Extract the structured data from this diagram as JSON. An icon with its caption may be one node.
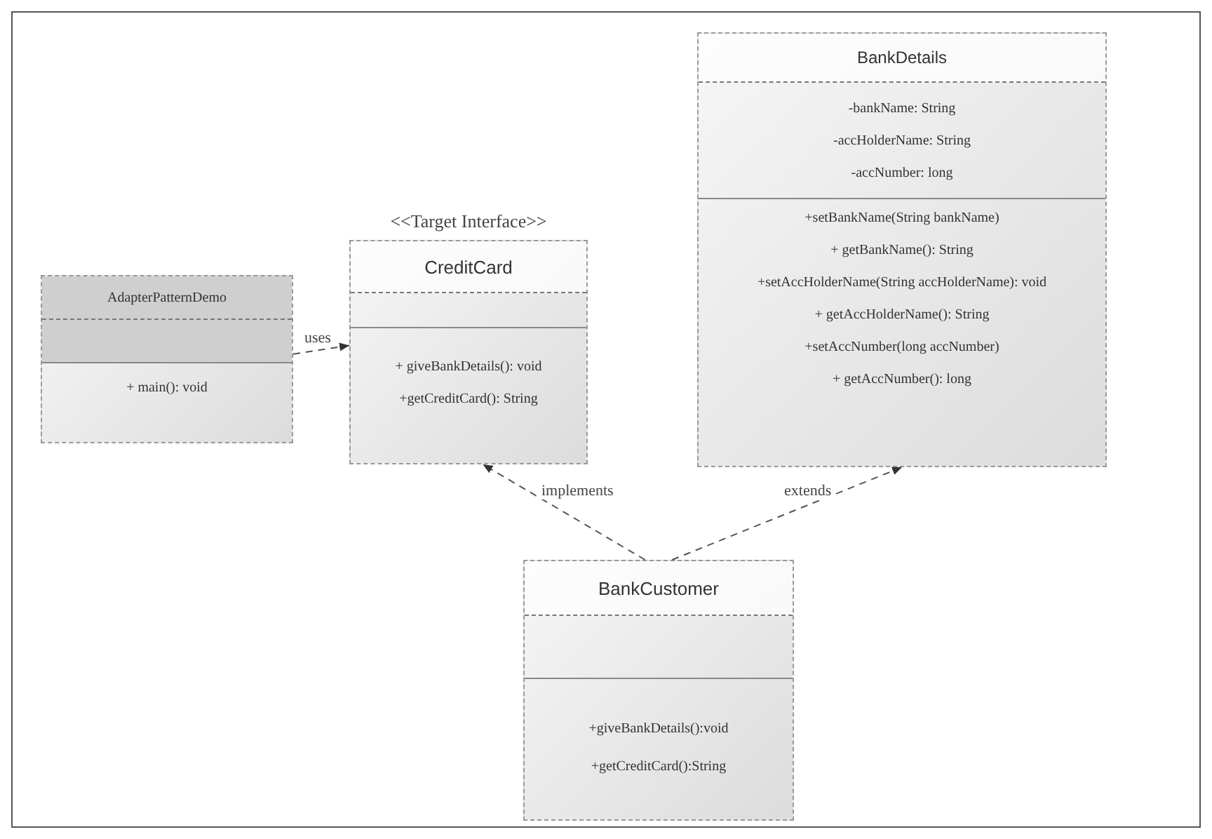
{
  "diagram": {
    "nodes": [
      {
        "text": [
          "AdapterPatternDemo",
          "+ main(): void"
        ]
      },
      {
        "text": [
          "<<Target Interface>>",
          "CreditCard",
          "+ giveBankDetails(): void",
          "+getCreditCard(): String"
        ]
      },
      {
        "text": [
          "BankDetails",
          "-bankName: String",
          "-accHolderName: String",
          "-accNumber: long",
          "+setBankName(String bankName)",
          "+ getBankName(): String",
          "+setAccHolderName(String accHolderName): void",
          "+ getAccHolderName(): String",
          "+setAccNumber(long accNumber)",
          "+ getAccNumber(): long"
        ]
      },
      {
        "text": [
          "BankCustomer",
          "+giveBankDetails():void",
          "+getCreditCard():String"
        ]
      }
    ],
    "edges": [
      {
        "from": 0,
        "to": 1,
        "arrow": "to",
        "label": "uses",
        "style": "dashed"
      },
      {
        "from": 3,
        "to": 1,
        "arrow": "to",
        "label": "implements",
        "style": "dashed"
      },
      {
        "from": 3,
        "to": 2,
        "arrow": "to",
        "label": "extends",
        "style": "dashed"
      }
    ]
  }
}
